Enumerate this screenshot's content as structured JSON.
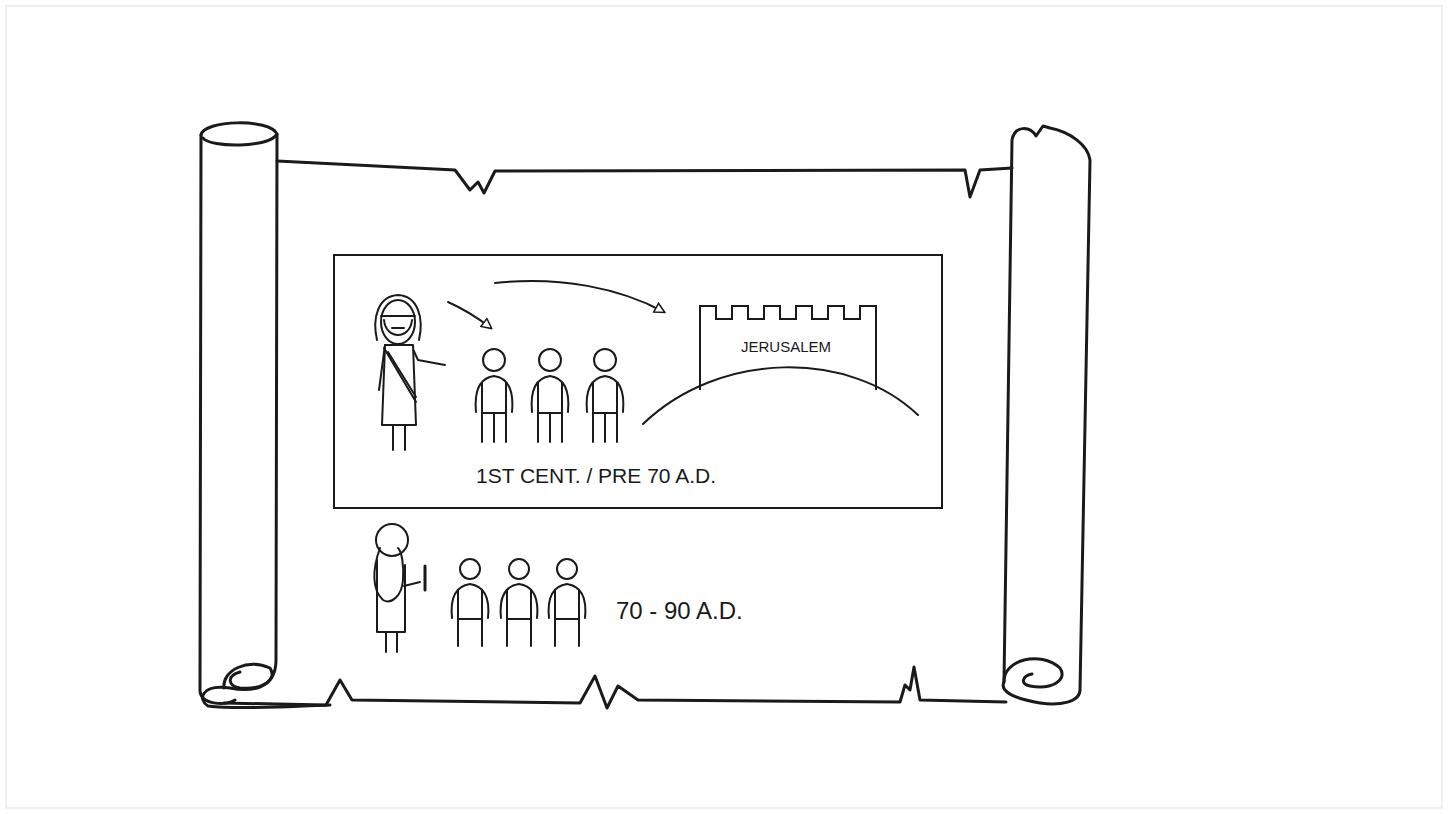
{
  "diagram": {
    "nodes": [
      {
        "text": [
          "1ST CENT. / PRE 70 A.D."
        ]
      },
      {
        "text": [
          "JERUSALEM"
        ],
        "in": 0
      }
    ],
    "labels": [
      "70 - 90 A.D."
    ]
  }
}
